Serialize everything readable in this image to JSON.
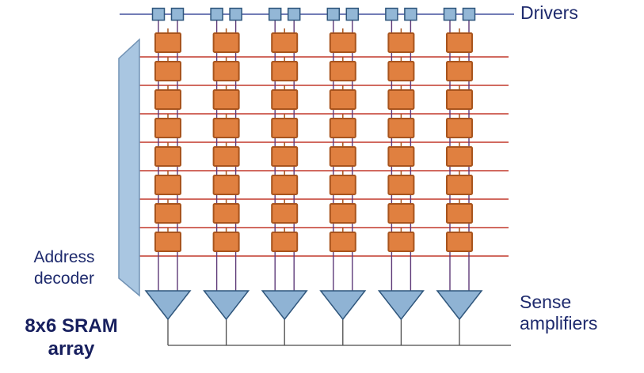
{
  "labels": {
    "drivers": "Drivers",
    "address_decoder": "Address decoder",
    "sram_array": "8x6 SRAM array",
    "sense_amplifiers": "Sense amplifiers"
  },
  "array": {
    "rows": 8,
    "cols": 6,
    "bitlines_per_column": 2,
    "driver_square_count": 12,
    "sense_amp_count": 6
  },
  "colors": {
    "label_text": "#1e2a6d",
    "cell_fill": "#e08040",
    "cell_stroke": "#a8541d",
    "driver_fill": "#93b7d6",
    "driver_stroke": "#2f567c",
    "amp_fill": "#8fb3d4",
    "amp_stroke": "#2f567c",
    "decoder_fill": "#a9c6e1",
    "decoder_stroke": "#7293b5",
    "wordline": "#c2392b",
    "bitline": "#5e3a78",
    "topline": "#44509e",
    "busline": "#4a4a4a",
    "background": "#ffffff"
  }
}
